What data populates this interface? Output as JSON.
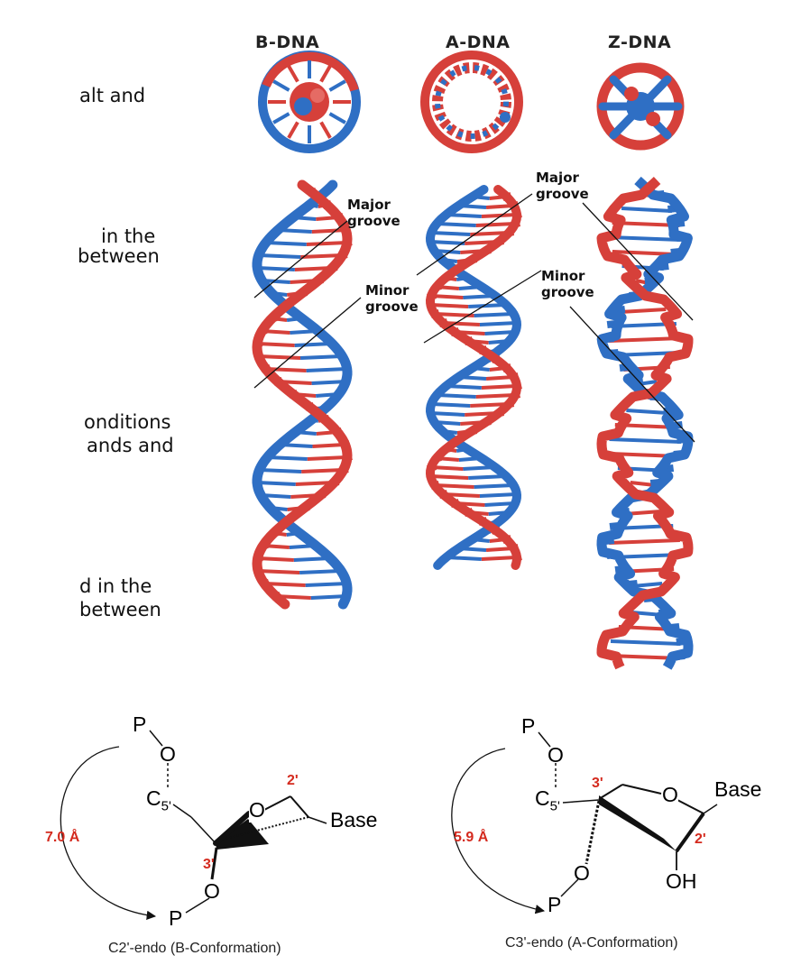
{
  "cut_text": [
    "alt and",
    "in the",
    "between",
    "onditions",
    "ands and",
    "d in the",
    "between"
  ],
  "forms": {
    "b": "B-DNA",
    "a": "A-DNA",
    "z": "Z-DNA"
  },
  "groove_labels": {
    "b_major": "Major\ngroove",
    "b_minor": "Minor\ngroove",
    "z_major": "Major\ngroove",
    "z_minor": "Minor\ngroove"
  },
  "sugar_left": {
    "p_top": "P",
    "o_top": "O",
    "c5": "C",
    "c5_sub": "5'",
    "ring_o": "O",
    "pos2": "2'",
    "pos3": "3'",
    "base": "Base",
    "o_bottom": "O",
    "p_bottom": "P",
    "distance": "7.0 Å",
    "caption": "C2'-endo (B-Conformation)"
  },
  "sugar_right": {
    "p_top": "P",
    "o_top": "O",
    "c5": "C",
    "c5_sub": "5'",
    "ring_o": "O",
    "pos3": "3'",
    "pos2": "2'",
    "base": "Base",
    "oh": "OH",
    "o_bottom": "O",
    "p_bottom": "P",
    "distance": "5.9 Å",
    "caption": "C3'-endo (A-Conformation)"
  },
  "colors": {
    "red_strand": "#d6403a",
    "blue_strand": "#2f6fc4",
    "position_label": "#d42a1e"
  }
}
